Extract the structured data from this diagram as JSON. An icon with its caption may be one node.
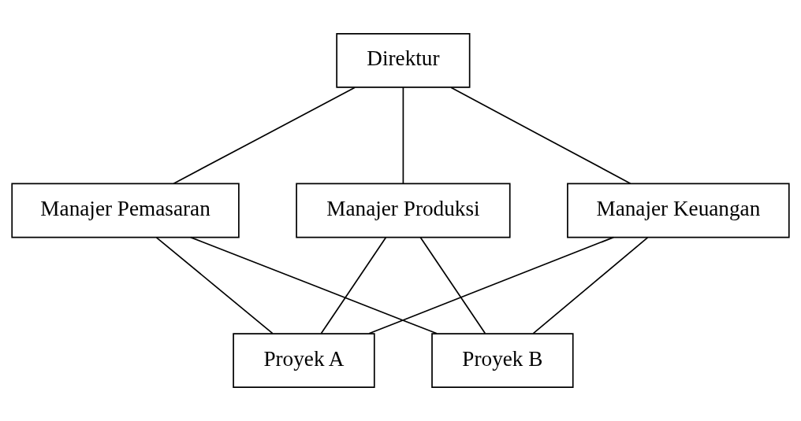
{
  "diagram": {
    "nodes": [
      {
        "text": [
          "Direktur"
        ]
      },
      {
        "text": [
          "Manajer Pemasaran"
        ]
      },
      {
        "text": [
          "Manajer Produksi"
        ]
      },
      {
        "text": [
          "Manajer Keuangan"
        ]
      },
      {
        "text": [
          "Proyek A"
        ]
      },
      {
        "text": [
          "Proyek B"
        ]
      }
    ],
    "edges": [
      {
        "from": 0,
        "to": 1,
        "arrow": "none"
      },
      {
        "from": 0,
        "to": 2,
        "arrow": "none"
      },
      {
        "from": 0,
        "to": 3,
        "arrow": "none"
      },
      {
        "from": 1,
        "to": 4,
        "arrow": "none"
      },
      {
        "from": 1,
        "to": 5,
        "arrow": "none"
      },
      {
        "from": 2,
        "to": 4,
        "arrow": "none"
      },
      {
        "from": 2,
        "to": 5,
        "arrow": "none"
      },
      {
        "from": 3,
        "to": 4,
        "arrow": "none"
      },
      {
        "from": 3,
        "to": 5,
        "arrow": "none"
      }
    ]
  }
}
